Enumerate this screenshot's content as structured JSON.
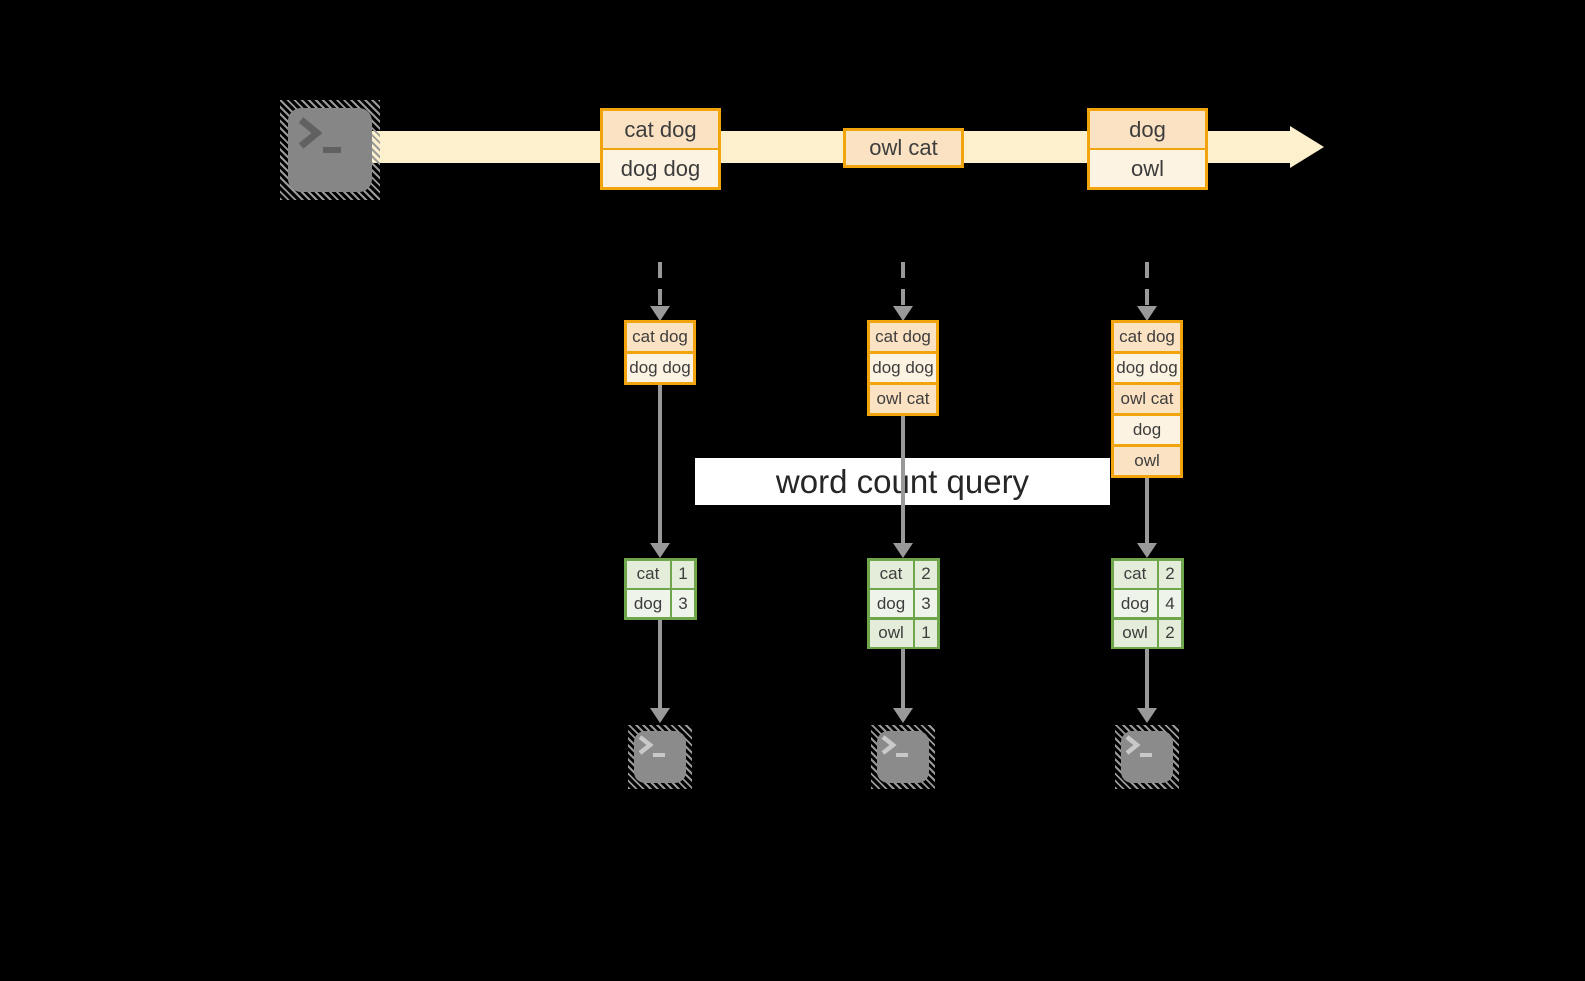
{
  "query_label": "word count query",
  "colors": {
    "background": "#000000",
    "stream_band": "#FCF0CD",
    "record_border": "#F1A40B",
    "record_fill_dark": "#FBE2C3",
    "record_fill_light": "#FDF3E2",
    "table_border": "#6FA64C",
    "table_fill_dark": "#E4ECDA",
    "table_fill_light": "#EFF4EB",
    "arrow_gray": "#999999",
    "terminal_gray": "#868686",
    "text": "#3D3D3D"
  },
  "stream": {
    "source_icon": "terminal-icon",
    "batches": [
      {
        "rows": [
          "cat dog",
          "dog dog"
        ]
      },
      {
        "rows": [
          "owl cat"
        ]
      },
      {
        "rows": [
          "dog",
          "owl"
        ]
      }
    ]
  },
  "columns": [
    {
      "stack": [
        "cat dog",
        "dog dog"
      ],
      "counts": {
        "rows": [
          {
            "word": "cat",
            "count": "1"
          },
          {
            "word": "dog",
            "count": "3"
          }
        ]
      }
    },
    {
      "stack": [
        "cat dog",
        "dog dog",
        "owl cat"
      ],
      "counts": {
        "rows": [
          {
            "word": "cat",
            "count": "2"
          },
          {
            "word": "dog",
            "count": "3"
          },
          {
            "word": "owl",
            "count": "1"
          }
        ]
      }
    },
    {
      "stack": [
        "cat dog",
        "dog dog",
        "owl cat",
        "dog",
        "owl"
      ],
      "counts": {
        "rows": [
          {
            "word": "cat",
            "count": "2"
          },
          {
            "word": "dog",
            "count": "4"
          },
          {
            "word": "owl",
            "count": "2"
          }
        ]
      }
    }
  ]
}
